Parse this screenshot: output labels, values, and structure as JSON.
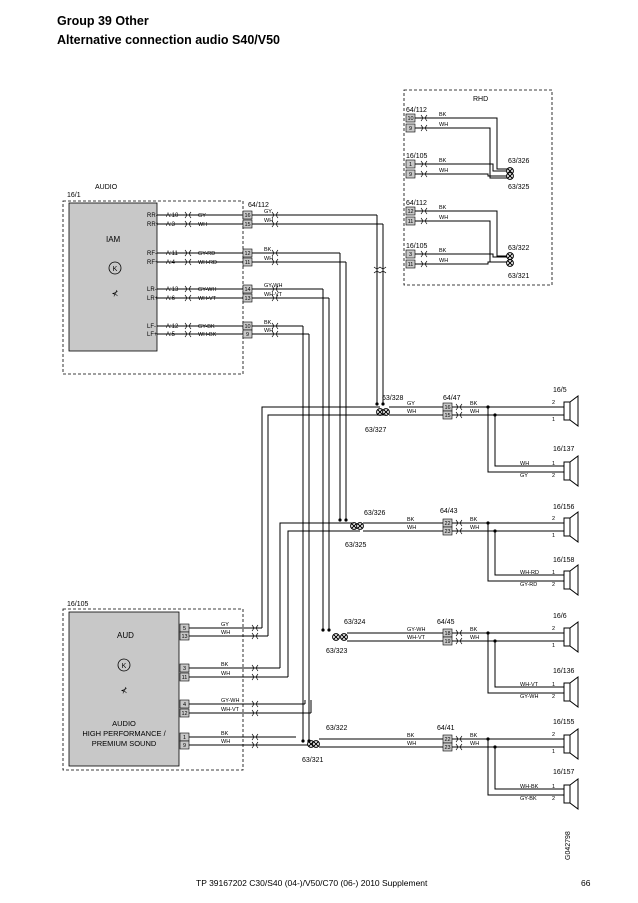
{
  "header": {
    "title": "Group 39 Other",
    "subtitle": "Alternative connection audio S40/V50"
  },
  "footer": {
    "text": "TP 39167202 C30/S40 (04-)/V50/C70 (06-) 2010 Supplement",
    "page": "66"
  },
  "drawing_code": "G042798",
  "audio_box": {
    "title": "AUDIO",
    "id": "16/1",
    "unit": "IAM",
    "connector": "64/112",
    "channels": [
      {
        "pins": [
          "RR-",
          "RR+"
        ],
        "pos": [
          "A:10",
          "A:3"
        ],
        "colors": [
          "GY",
          "WH"
        ],
        "conn_pins": [
          "16",
          "15"
        ],
        "out_colors": [
          "GY",
          "WH"
        ]
      },
      {
        "pins": [
          "RF-",
          "RF+"
        ],
        "pos": [
          "A:11",
          "A:4"
        ],
        "colors": [
          "GY-RD",
          "WH-RD"
        ],
        "conn_pins": [
          "12",
          "11"
        ],
        "out_colors": [
          "BK",
          "WH"
        ]
      },
      {
        "pins": [
          "LR-",
          "LR+"
        ],
        "pos": [
          "A:13",
          "A:6"
        ],
        "colors": [
          "GY-WH",
          "WH-VT"
        ],
        "conn_pins": [
          "14",
          "13"
        ],
        "out_colors": [
          "GY-WH",
          "WH-VT"
        ]
      },
      {
        "pins": [
          "LF-",
          "LF+"
        ],
        "pos": [
          "A:12",
          "A:5"
        ],
        "colors": [
          "GY-BK",
          "WH-BK"
        ],
        "conn_pins": [
          "10",
          "9"
        ],
        "out_colors": [
          "BK",
          "WH"
        ]
      }
    ]
  },
  "rhd_box": {
    "title": "RHD",
    "groups": [
      {
        "conn": "64/112",
        "pins": [
          "10",
          "9"
        ],
        "colors": [
          "BK",
          "WH"
        ]
      },
      {
        "conn": "16/105",
        "pins": [
          "1",
          "9"
        ],
        "colors": [
          "BK",
          "WH"
        ]
      },
      {
        "conn": "64/112",
        "pins": [
          "12",
          "11"
        ],
        "colors": [
          "BK",
          "WH"
        ]
      },
      {
        "conn": "16/105",
        "pins": [
          "3",
          "11"
        ],
        "colors": [
          "BK",
          "WH"
        ]
      }
    ],
    "splices": [
      "63/326",
      "63/325",
      "63/322",
      "63/321"
    ]
  },
  "aud_box": {
    "id": "16/105",
    "unit": "AUD",
    "label": [
      "AUDIO",
      "HIGH PERFORMANCE /",
      "PREMIUM SOUND"
    ],
    "pin_groups": [
      {
        "pins": [
          "5",
          "13"
        ],
        "colors": [
          "GY",
          "WH"
        ]
      },
      {
        "pins": [
          "3",
          "11"
        ],
        "colors": [
          "BK",
          "WH"
        ]
      },
      {
        "pins": [
          "4",
          "12"
        ],
        "colors": [
          "GY-WH",
          "WH-VT"
        ]
      },
      {
        "pins": [
          "1",
          "9"
        ],
        "colors": [
          "BK",
          "WH"
        ]
      }
    ]
  },
  "speaker_groups": [
    {
      "splice_top": "63/328",
      "splice_bottom": "63/327",
      "conn": "64/47",
      "conn_pins": [
        "16",
        "15"
      ],
      "in_colors": [
        "GY",
        "WH"
      ],
      "out_colors": [
        "BK",
        "WH"
      ],
      "speaker_a": {
        "id": "16/5",
        "pins": [
          "2",
          "1"
        ]
      },
      "speaker_b": {
        "id": "16/137",
        "pins": [
          "1",
          "2"
        ],
        "colors": [
          "WH",
          "GY"
        ]
      }
    },
    {
      "splice_top": "63/326",
      "splice_bottom": "63/325",
      "conn": "64/43",
      "conn_pins": [
        "22",
        "23"
      ],
      "in_colors": [
        "BK",
        "WH"
      ],
      "out_colors": [
        "BK",
        "WH"
      ],
      "speaker_a": {
        "id": "16/156",
        "pins": [
          "2",
          "1"
        ]
      },
      "speaker_b": {
        "id": "16/158",
        "pins": [
          "1",
          "2"
        ],
        "colors": [
          "WH-RD",
          "GY-RD"
        ]
      }
    },
    {
      "splice_top": "63/324",
      "splice_bottom": "63/323",
      "conn": "64/45",
      "conn_pins": [
        "18",
        "19"
      ],
      "in_colors": [
        "GY-WH",
        "WH-VT"
      ],
      "out_colors": [
        "BK",
        "WH"
      ],
      "speaker_a": {
        "id": "16/6",
        "pins": [
          "2",
          "1"
        ]
      },
      "speaker_b": {
        "id": "16/136",
        "pins": [
          "1",
          "2"
        ],
        "colors": [
          "WH-VT",
          "GY-WH"
        ]
      }
    },
    {
      "splice_top": "63/322",
      "splice_bottom": "63/321",
      "conn": "64/41",
      "conn_pins": [
        "22",
        "23"
      ],
      "in_colors": [
        "BK",
        "WH"
      ],
      "out_colors": [
        "BK",
        "WH"
      ],
      "speaker_a": {
        "id": "16/155",
        "pins": [
          "2",
          "1"
        ]
      },
      "speaker_b": {
        "id": "16/157",
        "pins": [
          "1",
          "2"
        ],
        "colors": [
          "WH-BK",
          "GY-BK"
        ]
      }
    }
  ]
}
